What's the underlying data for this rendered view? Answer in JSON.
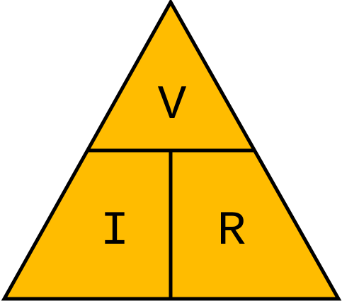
{
  "triangle": {
    "top_label": "V",
    "bottom_left_label": "I",
    "bottom_right_label": "R"
  },
  "colors": {
    "fill": "#FFBC00",
    "stroke": "#000000",
    "background": "#FFFFFF"
  }
}
